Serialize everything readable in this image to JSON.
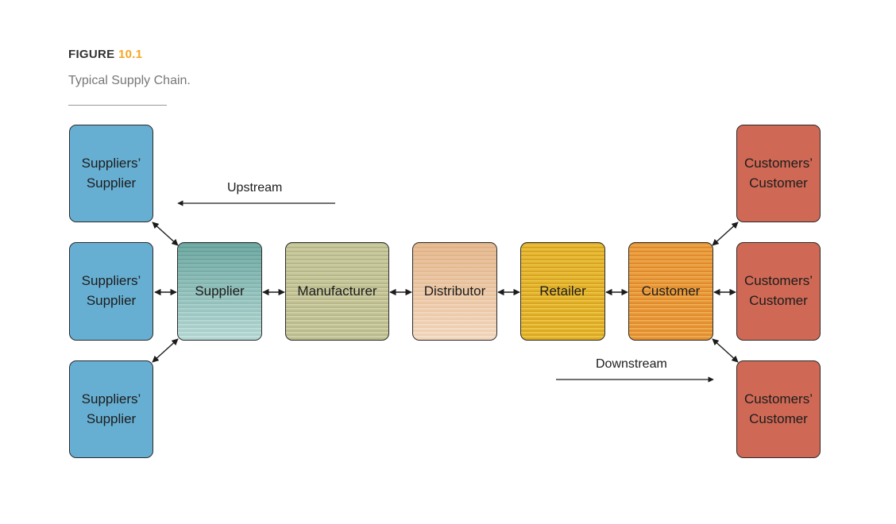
{
  "figure": {
    "label": "FIGURE",
    "number": "10.1",
    "caption": "Typical Supply Chain."
  },
  "diagram": {
    "suppliers_supplier": [
      "Suppliers’\nSupplier",
      "Suppliers’\nSupplier",
      "Suppliers’\nSupplier"
    ],
    "chain": [
      "Supplier",
      "Manufacturer",
      "Distributor",
      "Retailer",
      "Customer"
    ],
    "customers_customer": [
      "Customers’\nCustomer",
      "Customers’\nCustomer",
      "Customers’\nCustomer"
    ],
    "upstream_label": "Upstream",
    "downstream_label": "Downstream"
  },
  "colors": {
    "suppliers_supplier": "#67afd2",
    "customers_customer": "#cf6955",
    "figure_number": "#f5a623"
  }
}
